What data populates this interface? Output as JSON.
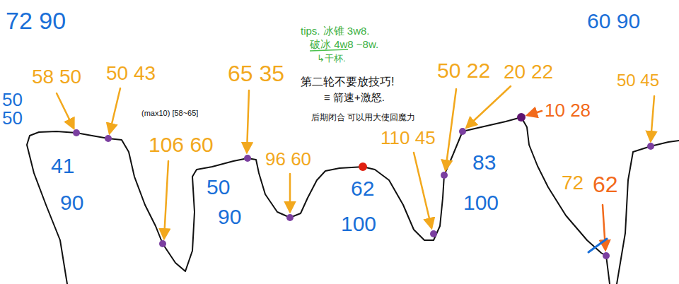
{
  "diagram": {
    "labels": [
      "72 90",
      "60 90",
      "50 50",
      "58 50",
      "50 43",
      "(max10) [58~65]",
      "106 60",
      "65 35",
      "96 60",
      "110 45",
      "50 22",
      "20 22",
      "10 28",
      "50 45",
      "72",
      "62",
      "41",
      "90",
      "50",
      "90",
      "62",
      "100",
      "83",
      "100",
      "tips. 冰锥 3w8.",
      "破冰 4w8 ~8w.",
      "↳干杯.",
      "第二轮不要放技巧!",
      "≡ 箭速+激怒.",
      "后期闭合 可以用大使回魔力"
    ]
  }
}
